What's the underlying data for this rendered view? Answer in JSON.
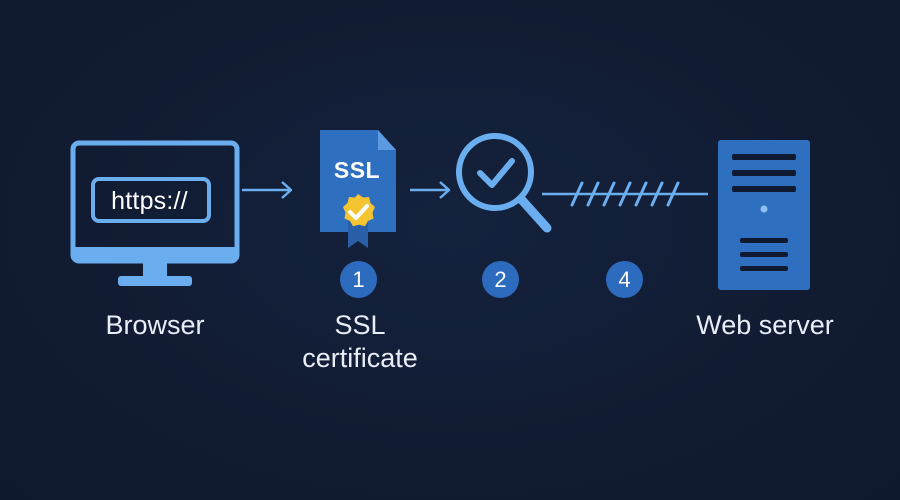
{
  "browser": {
    "url": "https://",
    "label": "Browser"
  },
  "certificate": {
    "badge_text": "SSL",
    "label_line1": "SSL",
    "label_line2": "certificate"
  },
  "server": {
    "label": "Web server"
  },
  "steps": [
    "1",
    "2",
    "4"
  ],
  "colors": {
    "background": "#111c33",
    "icon_stroke": "#6aaef0",
    "icon_fill": "#2f6fc0",
    "badge": "#2d6bbf",
    "seal": "#f5c531"
  }
}
